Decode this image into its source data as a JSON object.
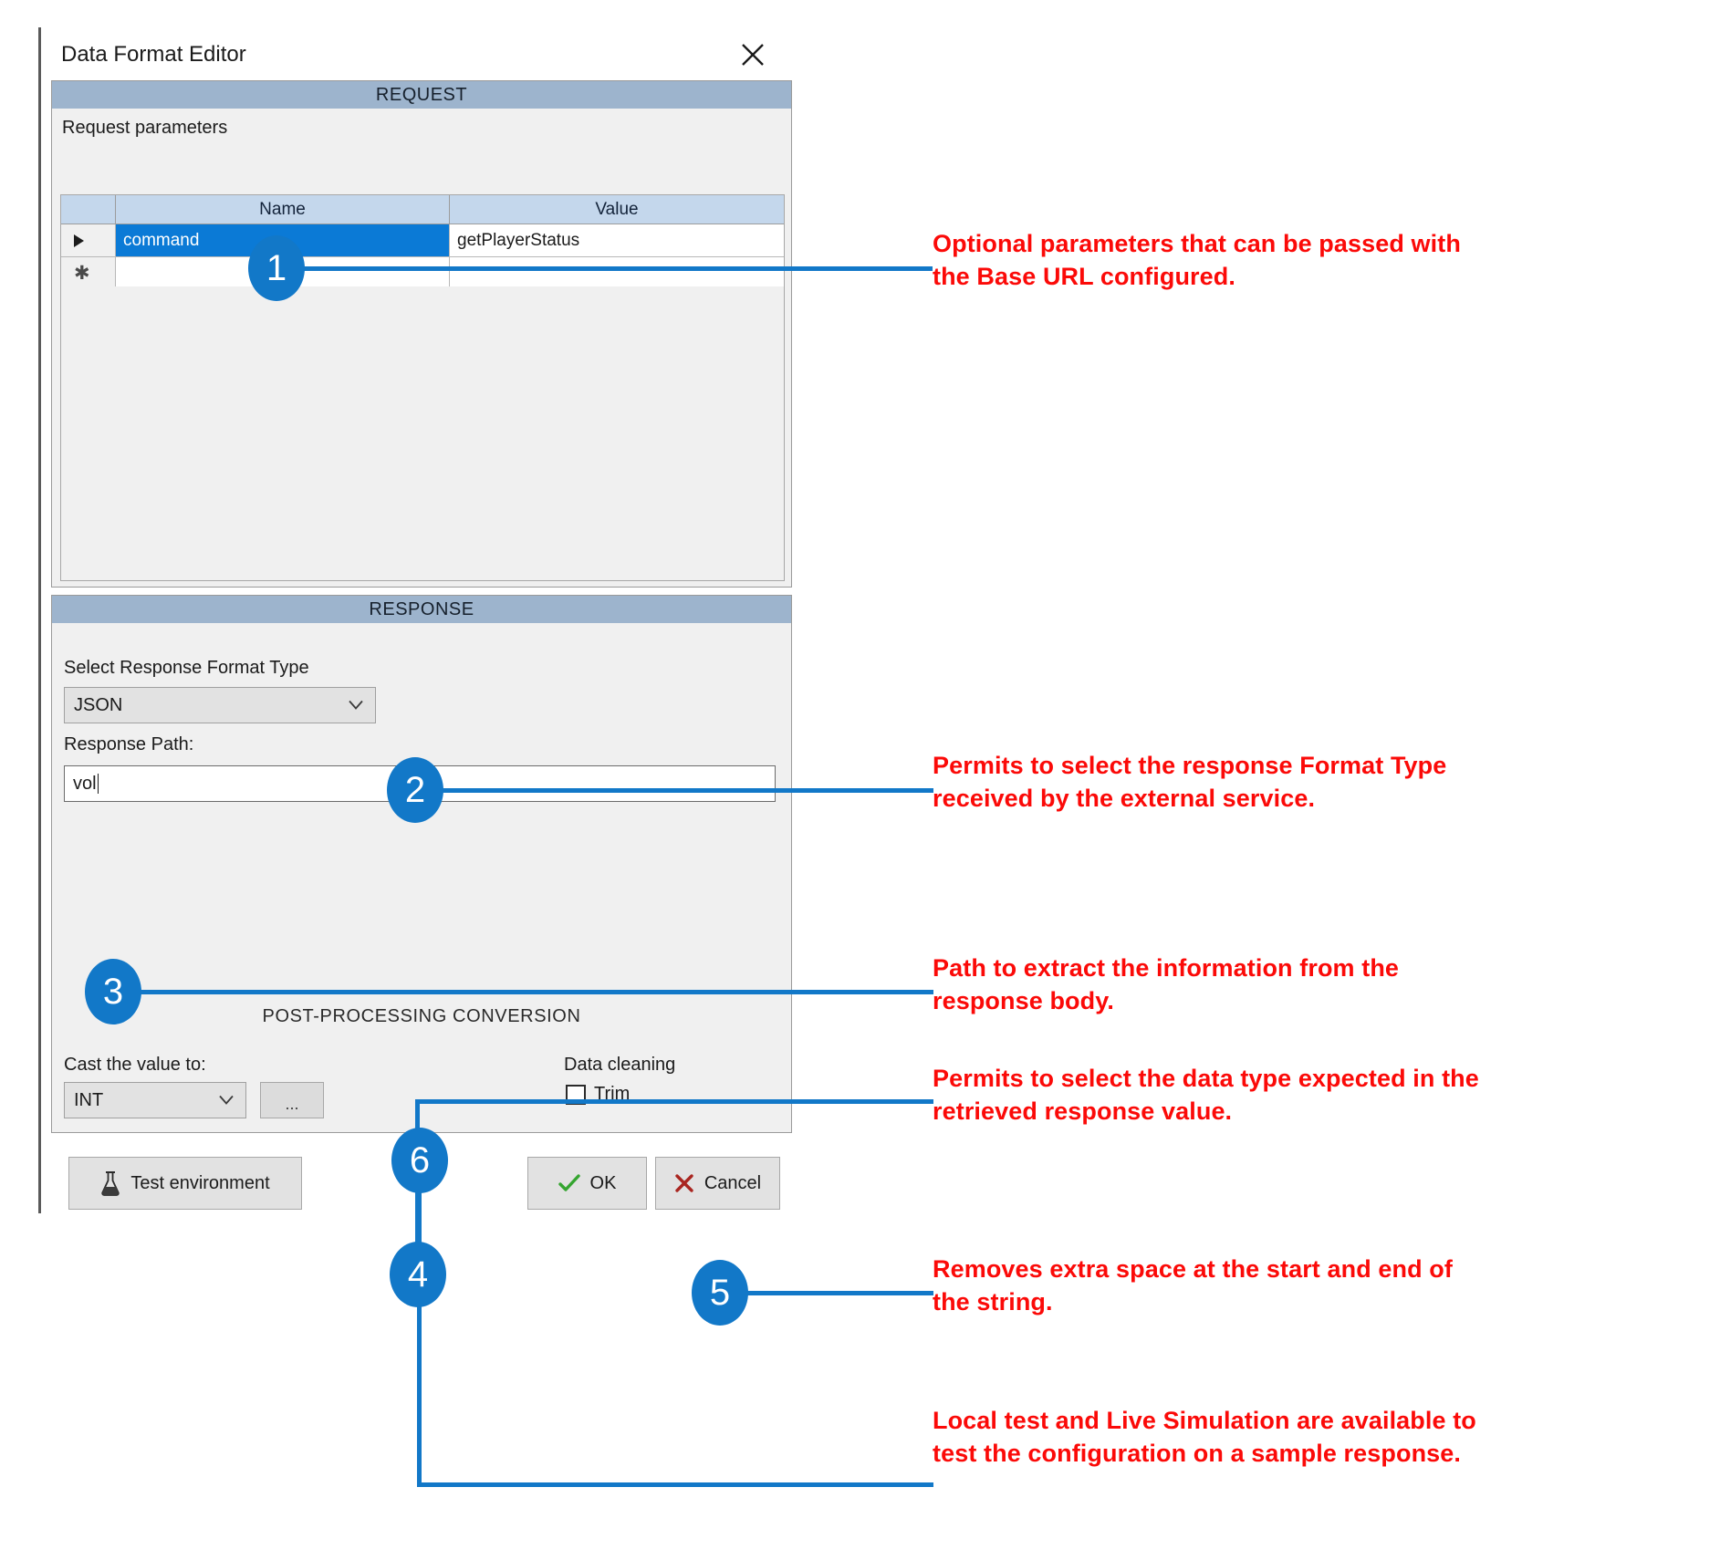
{
  "window": {
    "title": "Data Format Editor",
    "close_icon": "close-icon"
  },
  "request": {
    "section_title": "REQUEST",
    "subtitle": "Request parameters",
    "grid": {
      "columns": [
        "",
        "Name",
        "Value"
      ],
      "rows": [
        {
          "marker": "current-row-triangle",
          "name": "command",
          "value": "getPlayerStatus",
          "selected": true
        },
        {
          "marker": "new-row-asterisk",
          "name": "",
          "value": "",
          "selected": false
        }
      ]
    }
  },
  "response": {
    "section_title": "RESPONSE",
    "format_label": "Select Response Format Type",
    "format_value": "JSON",
    "path_label": "Response Path:",
    "path_value": "vol",
    "postprocessing_title": "POST-PROCESSING CONVERSION",
    "cast_label": "Cast the value to:",
    "cast_value": "INT",
    "cast_more_label": "...",
    "cleaning_label": "Data cleaning",
    "trim_label": "Trim",
    "trim_checked": false
  },
  "buttons": {
    "test": "Test environment",
    "ok": "OK",
    "cancel": "Cancel"
  },
  "callouts": [
    {
      "number": "1",
      "text": "Optional parameters that can be passed with the Base URL configured."
    },
    {
      "number": "2",
      "text": "Permits to select the response Format Type received by the external service."
    },
    {
      "number": "3",
      "text": "Path to extract the information from the response body."
    },
    {
      "number": "4",
      "text": "Permits to select the data type expected in the retrieved response value."
    },
    {
      "number": "5",
      "text": "Removes extra space at the start and end of the string."
    },
    {
      "number": "6",
      "text": "Local test and Live Simulation are available to test the configuration on a sample response."
    }
  ],
  "colors": {
    "annotation_red": "#fb0a08",
    "callout_blue": "#1278c8",
    "section_header_blue": "#9db4cd",
    "grid_header_blue": "#c4d7ec",
    "row_selection_blue": "#0b7ad6"
  }
}
